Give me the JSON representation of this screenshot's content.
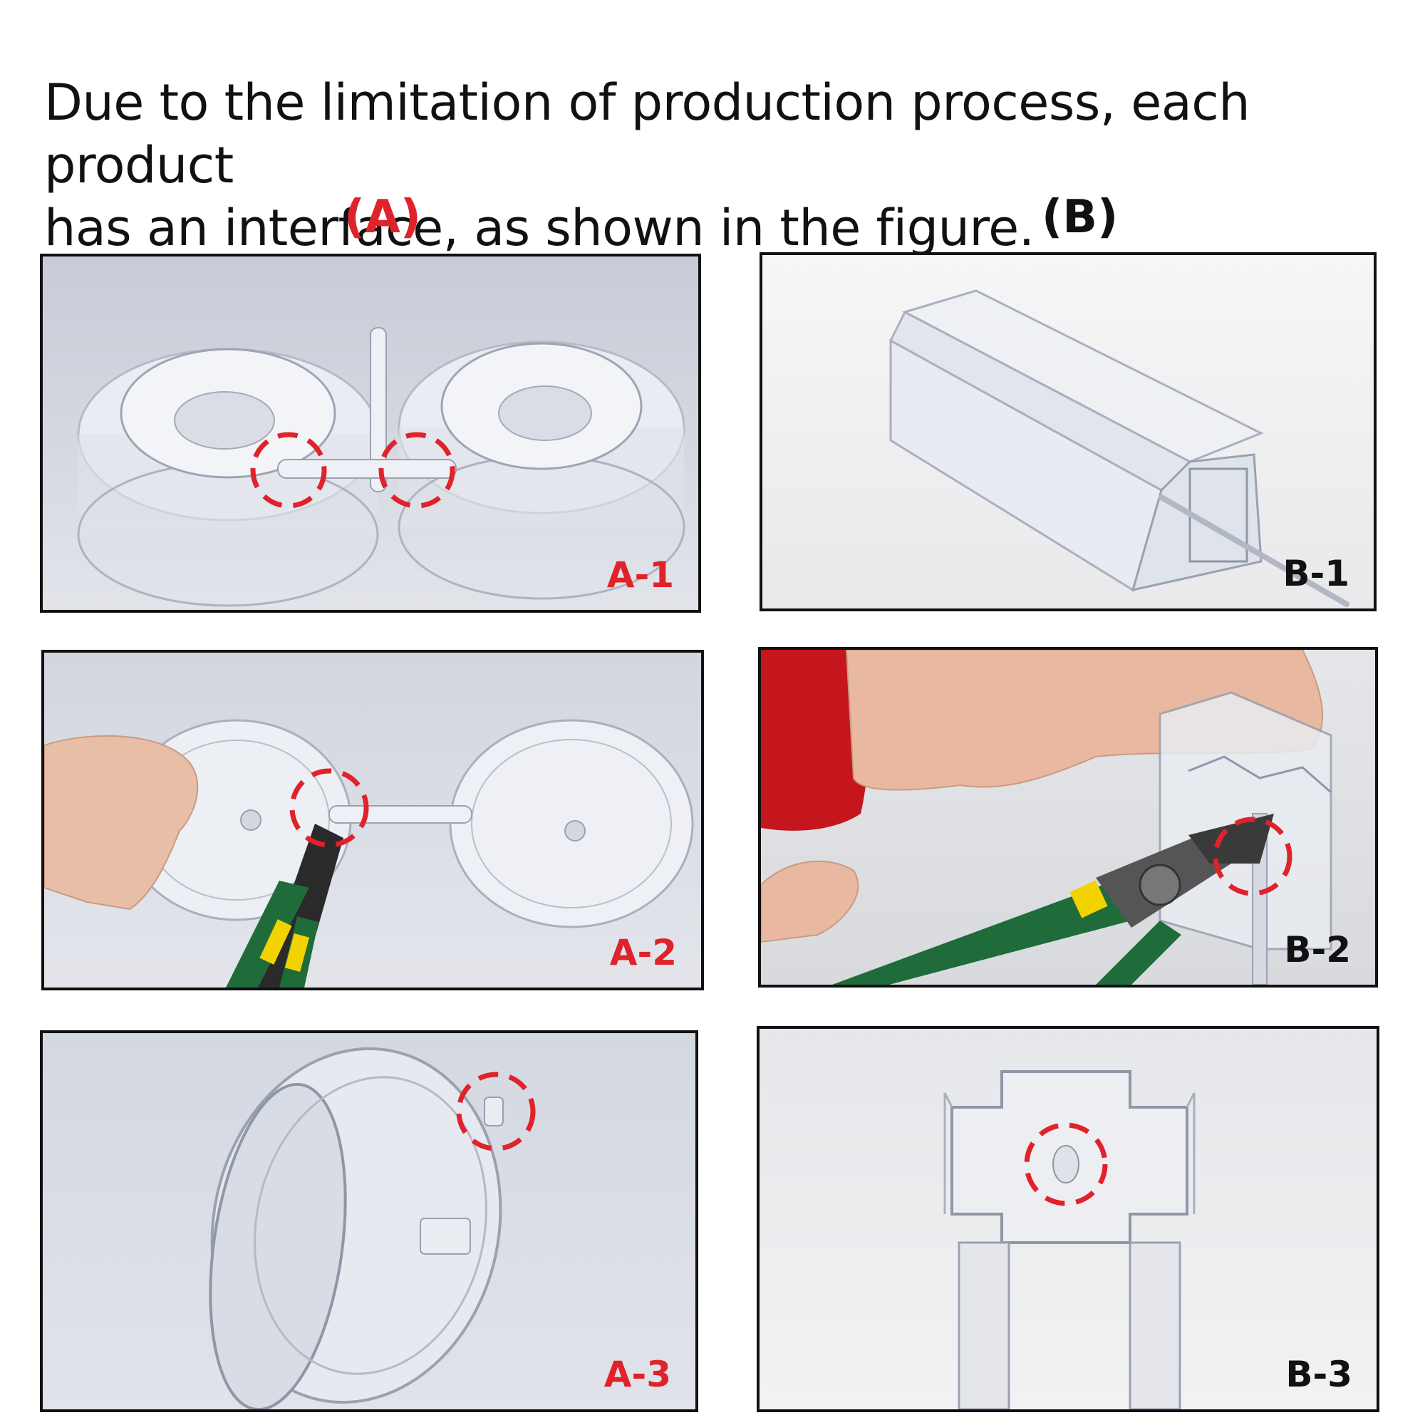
{
  "headline": {
    "line1": "Due to the limitation of production process, each product",
    "line2": "has an interface, as shown in the figure."
  },
  "columns": [
    {
      "label": "(A)",
      "color": "#e0222a"
    },
    {
      "label": "(B)",
      "color": "#111111"
    }
  ],
  "panels": {
    "a1": {
      "label": "A-1",
      "label_color": "#e0222a"
    },
    "a2": {
      "label": "A-2",
      "label_color": "#e0222a"
    },
    "a3": {
      "label": "A-3",
      "label_color": "#e0222a"
    },
    "b1": {
      "label": "B-1",
      "label_color": "#111111"
    },
    "b2": {
      "label": "B-2",
      "label_color": "#111111"
    },
    "b3": {
      "label": "B-3",
      "label_color": "#111111"
    }
  },
  "colors": {
    "highlight_circle": "#e0222a",
    "background_grey": "#d6d9e0",
    "plier_handle": "#1f6b3a",
    "plier_band": "#f2d200",
    "sleeve": "#c4161c"
  }
}
